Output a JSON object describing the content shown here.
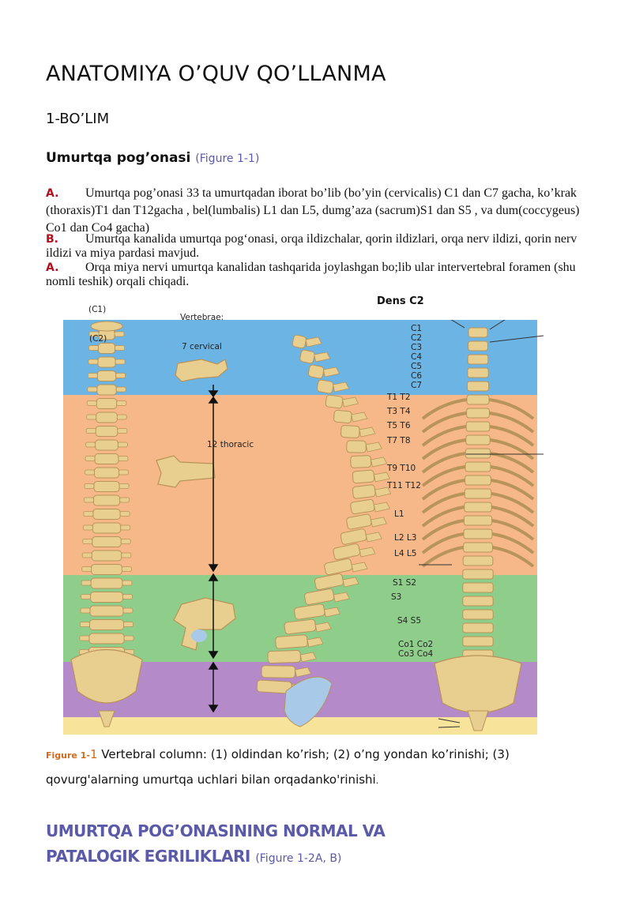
{
  "title": "ANATOMIYA O’QUV QO’LLANMA",
  "section": "1-BO’LIM",
  "subheading": {
    "text": "Umurtqa pog’onasi",
    "ref": "(Figure 1-1)"
  },
  "paragraphs": [
    {
      "letter": "A.",
      "text": "Umurtqa pog’onasi 33 ta umurtqadan iborat bo’lib (bo’yin (cervicalis) C1 dan C7 gacha, ko’krak (thoraxis)T1 dan T12gacha , bel(lumbalis) L1 dan L5, dumg’aza (sacrum)S1 dan S5 , va  dum(coccygeus)  Co1 dan Co4 gacha)"
    },
    {
      "letter": "B.",
      "text": "Umurtqa kanalida umurtqa pog‘onasi, orqa ildizchalar, qorin ildizlari, orqa nerv ildizi, qorin nerv ildizi va miya pardasi mavjud."
    },
    {
      "letter": "A.",
      "text": "Orqa miya nervi umurtqa kanalidan tashqarida joylashgan bo;lib ular intervertebral foramen  (shu nomli teshik) orqali  chiqadi."
    }
  ],
  "figure": {
    "labels": {
      "c1": "(C1)",
      "c2": "(C2)",
      "vertebrae": "Vertebrae:",
      "cervical": "7 cervical",
      "thoracic": "12 thoracic",
      "dens": "Dens  C2"
    },
    "levels": [
      "C1",
      "C2",
      "C3",
      "C4",
      "C5",
      "C6",
      "C7",
      "T1     T2",
      "T3     T4",
      "T5     T6",
      "T7  T8",
      "T9  T10",
      "T11  T12",
      "L1",
      "L2      L3",
      "L4  L5",
      "S1       S2",
      "S3",
      "S4  S5",
      "Co1    Co2",
      "Co3  Co4"
    ],
    "colors": {
      "cervical": "#6cb4e4",
      "thoracic": "#f6b888",
      "lumbar": "#8fce8a",
      "sacral": "#b48ac8",
      "coccygeal": "#f7e39a",
      "bone": "#e8cf8f",
      "bone_dark": "#b8935a"
    }
  },
  "caption": {
    "prefix": "Figure 1-",
    "number": "1",
    "text": " Vertebral column: (1) oldindan ko’rish; (2) o’ng yondan ko’rinishi; (3) qovurg'alarning umurtqa uchlari bilan orqadanko'rinishi",
    "end": "."
  },
  "heading2": {
    "line1": "UMURTQA POG’ONASINING NORMAL VA",
    "line2": "PATALOGIK EGRILIKLARI",
    "ref": "(Figure 1-2A, B)"
  }
}
